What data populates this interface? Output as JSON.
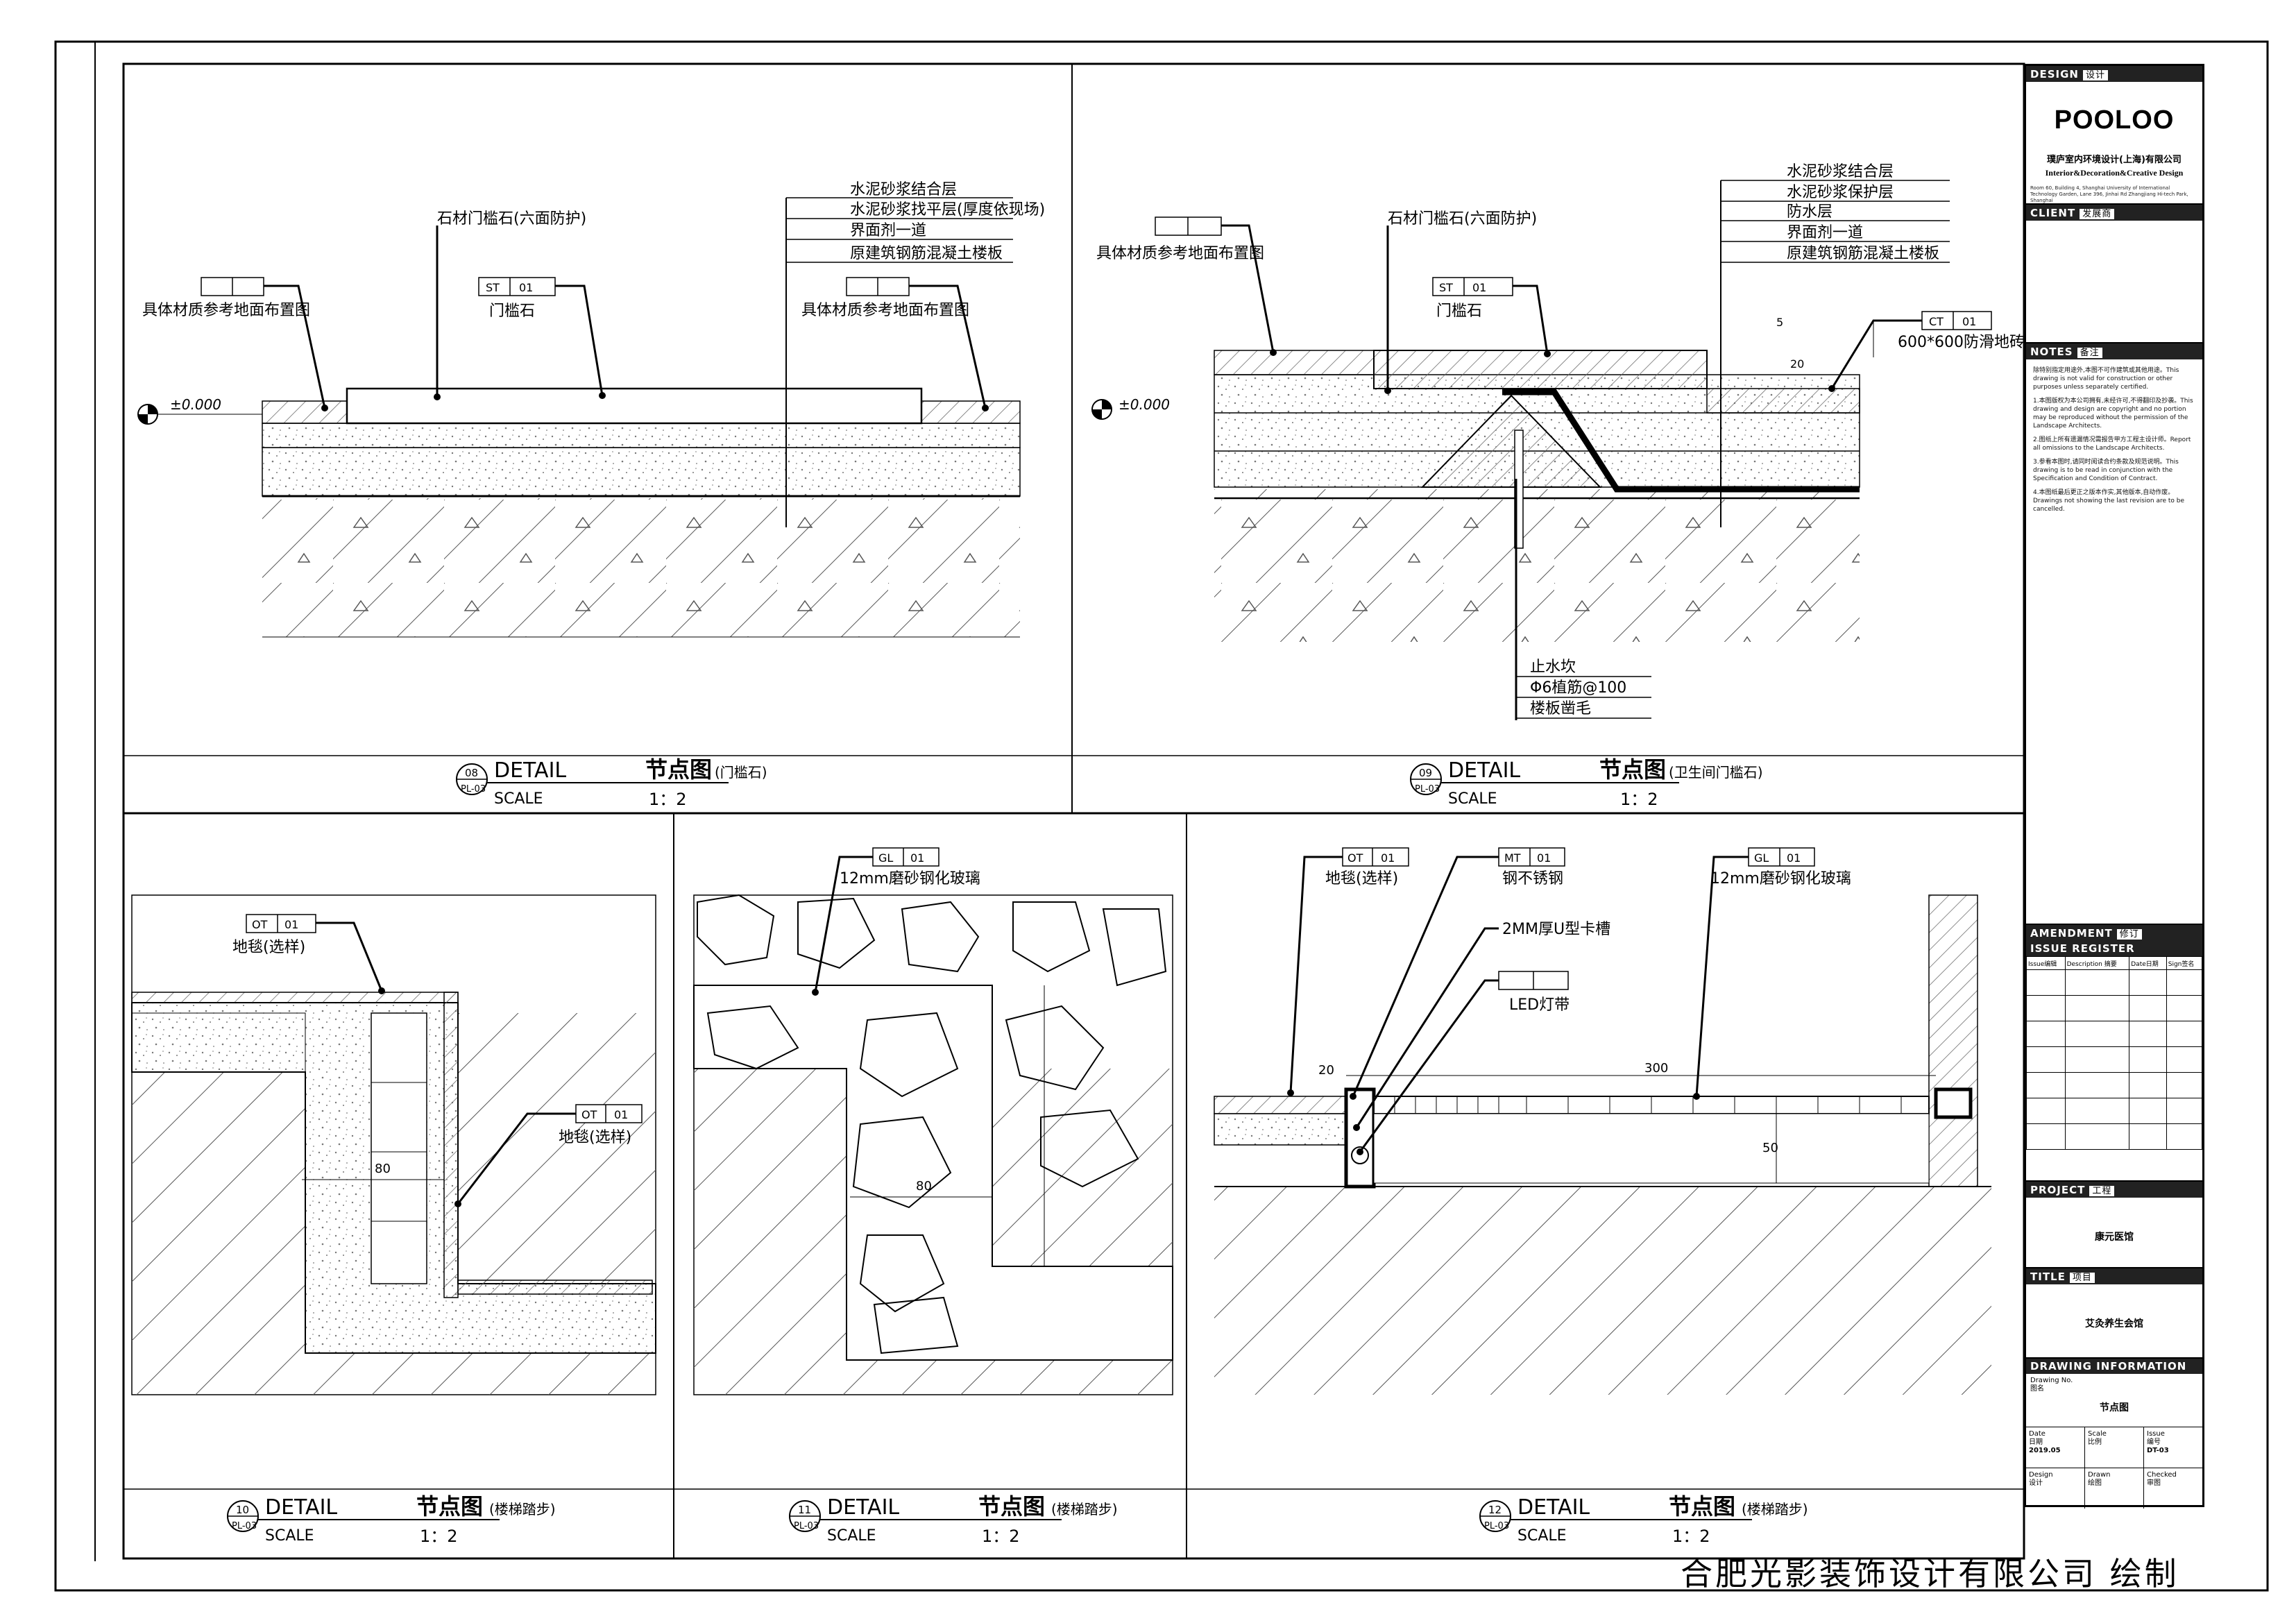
{
  "details": {
    "d08": {
      "num": "08",
      "ref": "PL-03",
      "detail": "DETAIL",
      "title_cn": "节点图",
      "sub": "(门槛石)",
      "scale_label": "SCALE",
      "scale": "1：2",
      "tag_st": "ST",
      "tag_st_num": "01",
      "label_threshold": "门槛石",
      "label_stone": "石材门槛石(六面防护)",
      "label_ref_left": "具体材质参考地面布置图",
      "label_ref_right": "具体材质参考地面布置图",
      "tag_blank": "-",
      "level": "±0.000",
      "layers": [
        "水泥砂浆结合层",
        "水泥砂浆找平层(厚度依现场)",
        "界面剂一道",
        "原建筑钢筋混凝土楼板"
      ]
    },
    "d09": {
      "num": "09",
      "ref": "PL-03",
      "detail": "DETAIL",
      "title_cn": "节点图",
      "sub": "(卫生间门槛石)",
      "scale_label": "SCALE",
      "scale": "1：2",
      "tag_st": "ST",
      "tag_st_num": "01",
      "label_threshold": "门槛石",
      "label_stone": "石材门槛石(六面防护)",
      "label_ref": "具体材质参考地面布置图",
      "tag_ct": "CT",
      "tag_ct_num": "01",
      "label_tile": "600*600防滑地砖",
      "level": "±0.000",
      "layers": [
        "水泥砂浆结合层",
        "水泥砂浆保护层",
        "防水层",
        "界面剂一道",
        "原建筑钢筋混凝土楼板"
      ],
      "bottom_layers": [
        "止水坎",
        "Φ6植筋@100",
        "楼板凿毛"
      ],
      "dim_5": "5",
      "dim_20": "20"
    },
    "d10": {
      "num": "10",
      "ref": "PL-03",
      "detail": "DETAIL",
      "title_cn": "节点图",
      "sub": "(楼梯踏步)",
      "scale_label": "SCALE",
      "scale": "1：2",
      "tag": "OT",
      "tag_num": "01",
      "label_carpet": "地毯(选样)",
      "dim_80": "80"
    },
    "d11": {
      "num": "11",
      "ref": "PL-03",
      "detail": "DETAIL",
      "title_cn": "节点图",
      "sub": "(楼梯踏步)",
      "scale_label": "SCALE",
      "scale": "1：2",
      "tag": "GL",
      "tag_num": "01",
      "label_glass": "12mm磨砂钢化玻璃",
      "dim_80": "80"
    },
    "d12": {
      "num": "12",
      "ref": "PL-03",
      "detail": "DETAIL",
      "title_cn": "节点图",
      "sub": "(楼梯踏步)",
      "scale_label": "SCALE",
      "scale": "1：2",
      "tag_ot": "OT",
      "tag_mt": "MT",
      "tag_gl": "GL",
      "tag_num": "01",
      "label_carpet": "地毯(选样)",
      "label_steel": "钢不锈钢",
      "label_glass": "12mm磨砂钢化玻璃",
      "label_channel": "2MM厚U型卡槽",
      "label_led": "LED灯带",
      "dim_20": "20",
      "dim_300": "300",
      "dim_50": "50"
    }
  },
  "title_block": {
    "design_hdr": "DESIGN",
    "design_hdr_cn": "设计",
    "brand": "POOLOO",
    "company_cn": "璞庐室内环境设计(上海)有限公司",
    "company_en": "Interior&Decoration&Creative Design",
    "address": "Room 60, Building 4, Shanghai University of International Technology Garden, Lane 396, Jinhai Rd Zhangjiang Hi-tech Park, Shanghai",
    "client_hdr": "CLIENT",
    "client_hdr_cn": "发展商",
    "notes_hdr": "NOTES",
    "notes_hdr_cn": "备注",
    "notes": [
      "除特别指定用途外,本图不可作建筑或其他用途。This drawing is not valid for construction or other purposes unless separately certified.",
      "1.本图版权为本公司拥有,未经许可,不得翻印及抄袭。This drawing and design are copyright and no portion may be reproduced without the permission of the Landscape Architects.",
      "2.图纸上所有遗漏情况需报告甲方工程主设计师。Report all omissions to the Landscape Architects.",
      "3.参看本图时,请同时阅读合约条款及规范说明。This drawing is to be read in conjunction with the Specification and Condition of Contract.",
      "4.本图纸最后更正之版本作实,其他版本,自动作废。Drawings not showing the last revision are to be cancelled."
    ],
    "amend_hdr": "AMENDMENT",
    "issue_hdr": "ISSUE REGISTER",
    "amend_hdr_cn": "修订",
    "amend_cols": [
      "Issue编辑",
      "Description 摘要",
      "Date日期",
      "Sign签名"
    ],
    "project_hdr": "PROJECT",
    "project_hdr_cn": "工程",
    "project": "康元医馆",
    "title_hdr": "TITLE",
    "title_hdr_cn": "项目",
    "title": "艾灸养生会馆",
    "drawing_hdr": "DRAWING INFORMATION",
    "drawing_no_label": "Drawing No.",
    "drawing_no_label_cn": "图名",
    "drawing_name": "节点图",
    "date_label": "Date",
    "date_label_cn": "日期",
    "date": "2019.05",
    "scale_label": "Scale",
    "scale_label_cn": "比例",
    "issue_label": "Issue",
    "issue_label_cn": "编号",
    "issue": "DT-03",
    "design_label": "Design",
    "design_label_cn": "设计",
    "drawn_label": "Drawn",
    "drawn_label_cn": "绘图",
    "checked_label": "Checked",
    "checked_label_cn": "审图"
  },
  "footer": "合肥光影装饰设计有限公司  绘制"
}
